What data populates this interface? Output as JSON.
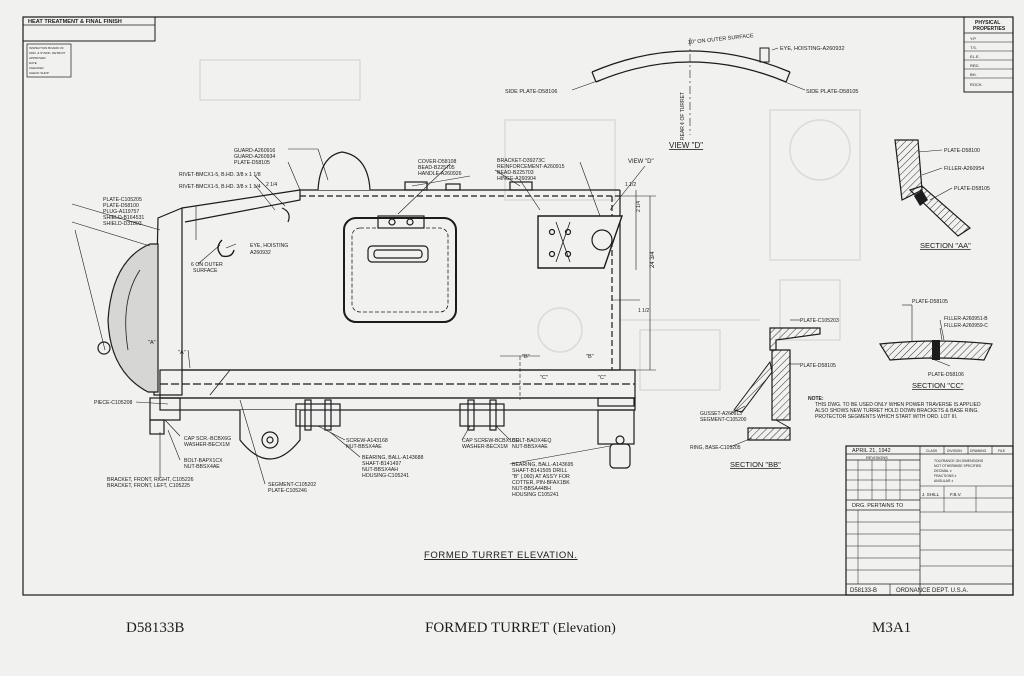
{
  "header": {
    "heat_treatment": "HEAT TREATMENT & FINAL FINISH",
    "inspection_stamp": [
      "INSPECTION BOARD OF",
      "ORD. & SYNDK. DETROIT",
      "APPROVED",
      "DATE",
      "CHECKED",
      "CHECK SHOP"
    ]
  },
  "physical_properties": {
    "title": [
      "PHYSICAL",
      "PROPERTIES"
    ],
    "rows": [
      "Y.P.",
      "T.S.",
      "EL.E.",
      "RED.",
      "BH.",
      "ROCK."
    ]
  },
  "view_d": {
    "outer_surface": "10\" ON OUTER SURFACE",
    "eye": "EYE, HOISTING-A260932",
    "side_plate_left": "SIDE PLATE-D58106",
    "side_plate_right": "SIDE PLATE-D58105",
    "rear_label": "REAR ¢ OF TURRET",
    "title": "VIEW \"D\""
  },
  "callouts_top": [
    "GUARD-A260916",
    "GUARD-A260934",
    "PLATE-D58105",
    "RIVET-BMCX1-5, B.HD. 3/8 x 1 1/8",
    "RIVET-BMCX1-5, B.HD. 3/8 x 1 1/4",
    "COVER-D58108",
    "BEAD-B225705",
    "HANDLE-A260926",
    "BRACKET-D39273C",
    "REINFORCEMENT-A260915",
    "BEAD-B225703",
    "HINGE-A260904",
    "VIEW \"D\""
  ],
  "callouts_left": [
    "PLATE-C105205",
    "PLATE-D58100",
    "PLUG-A119757",
    "SHIELD-B164531",
    "SHIELD-D31803"
  ],
  "eye_hoisting": [
    "EYE, HOISTING",
    "A260932"
  ],
  "outer_surface": [
    "6 ON OUTER",
    "SURFACE"
  ],
  "piece": "PIECE-C105208",
  "callouts_bottom": [
    "CAP SCR.-BCBX6G",
    "WASHER-BECX1M",
    "BOLT-BAPX1CX",
    "NUT-BBSX4AE",
    "BRACKET, FRONT, RIGHT, C105226",
    "BRACKET, FRONT, LEFT, C105225",
    "SEGMENT-C105202",
    "PLATE-C105246",
    "SCREW-A143168",
    "NUT-BBSX4AE",
    "BEARING, BALL-A143688",
    "SHAFT-B141497",
    "NUT-BBSX4AH",
    "HOUSING-C105241",
    "CAP SCREW-BCBX1CE",
    "WASHER-BECX1M",
    "BOLT-BAOX4EQ",
    "NUT-BBSX4AE",
    "BEARING, BALL-A143695",
    "SHAFT-B141505 DRILL",
    "\"B\" (.060) AT ASS'Y FOR",
    "COTTER, PIN-BFAX1BK",
    "NUT-BBSA44BH",
    "HOUSING C105241"
  ],
  "section_labels": [
    "\"A\"",
    "\"A\"",
    "\"B\"",
    "\"B\"",
    "\"C\"",
    "\"C\""
  ],
  "section_aa": {
    "labels": [
      "PLATE-D58100",
      "FILLER-A260954",
      "PLATE-D58105"
    ],
    "title": "SECTION \"AA\""
  },
  "section_bb": {
    "labels": [
      "PLATE-C105203",
      "PLATE-D58105",
      "GUSSET-A260913",
      "SEGMENT-C105200",
      "RING, BASE-C105205"
    ],
    "title": "SECTION \"BB\""
  },
  "section_cc": {
    "labels": [
      "PLATE-D58105",
      "FILLER-A260951-B",
      "FILLER-A260959-C",
      "PLATE-D58106"
    ],
    "title": "SECTION \"CC\""
  },
  "note": [
    "NOTE:",
    "THIS DWG. TO BE USED ONLY WHEN POWER TRAVERSE IS APPLIED",
    "ALSO SHOWS NEW TURRET HOLD DOWN BRACKETS & BASE RING.",
    "PROTECTOR SEGMENTS WHICH START WITH ORD. LOT III."
  ],
  "title_block": {
    "date": "APRIL 21, 1942",
    "heads": [
      "CLASS",
      "DIVISION",
      "DRAWING",
      "FILE"
    ],
    "revisions": "REVISIONS",
    "tolerance": [
      "TOLERANCE ON DIMENSIONS",
      "NOT OTHERWISE SPECIFIED",
      "DECIMAL ±",
      "FRACTIONS ±",
      "ANGULAR ±"
    ],
    "drawn": "J. SHILL",
    "traced": "F.B.V.",
    "drg_pertains": "DRG. PERTAINS TO",
    "number": "D58133-B",
    "ordnance": "ORDNANCE DEPT. U.S.A."
  },
  "drawing_title": "FORMED TURRET ELEVATION.",
  "caption": {
    "number": "D58133B",
    "title": "FORMED TURRET",
    "subtitle": "(Elevation)",
    "model": "M3A1"
  }
}
